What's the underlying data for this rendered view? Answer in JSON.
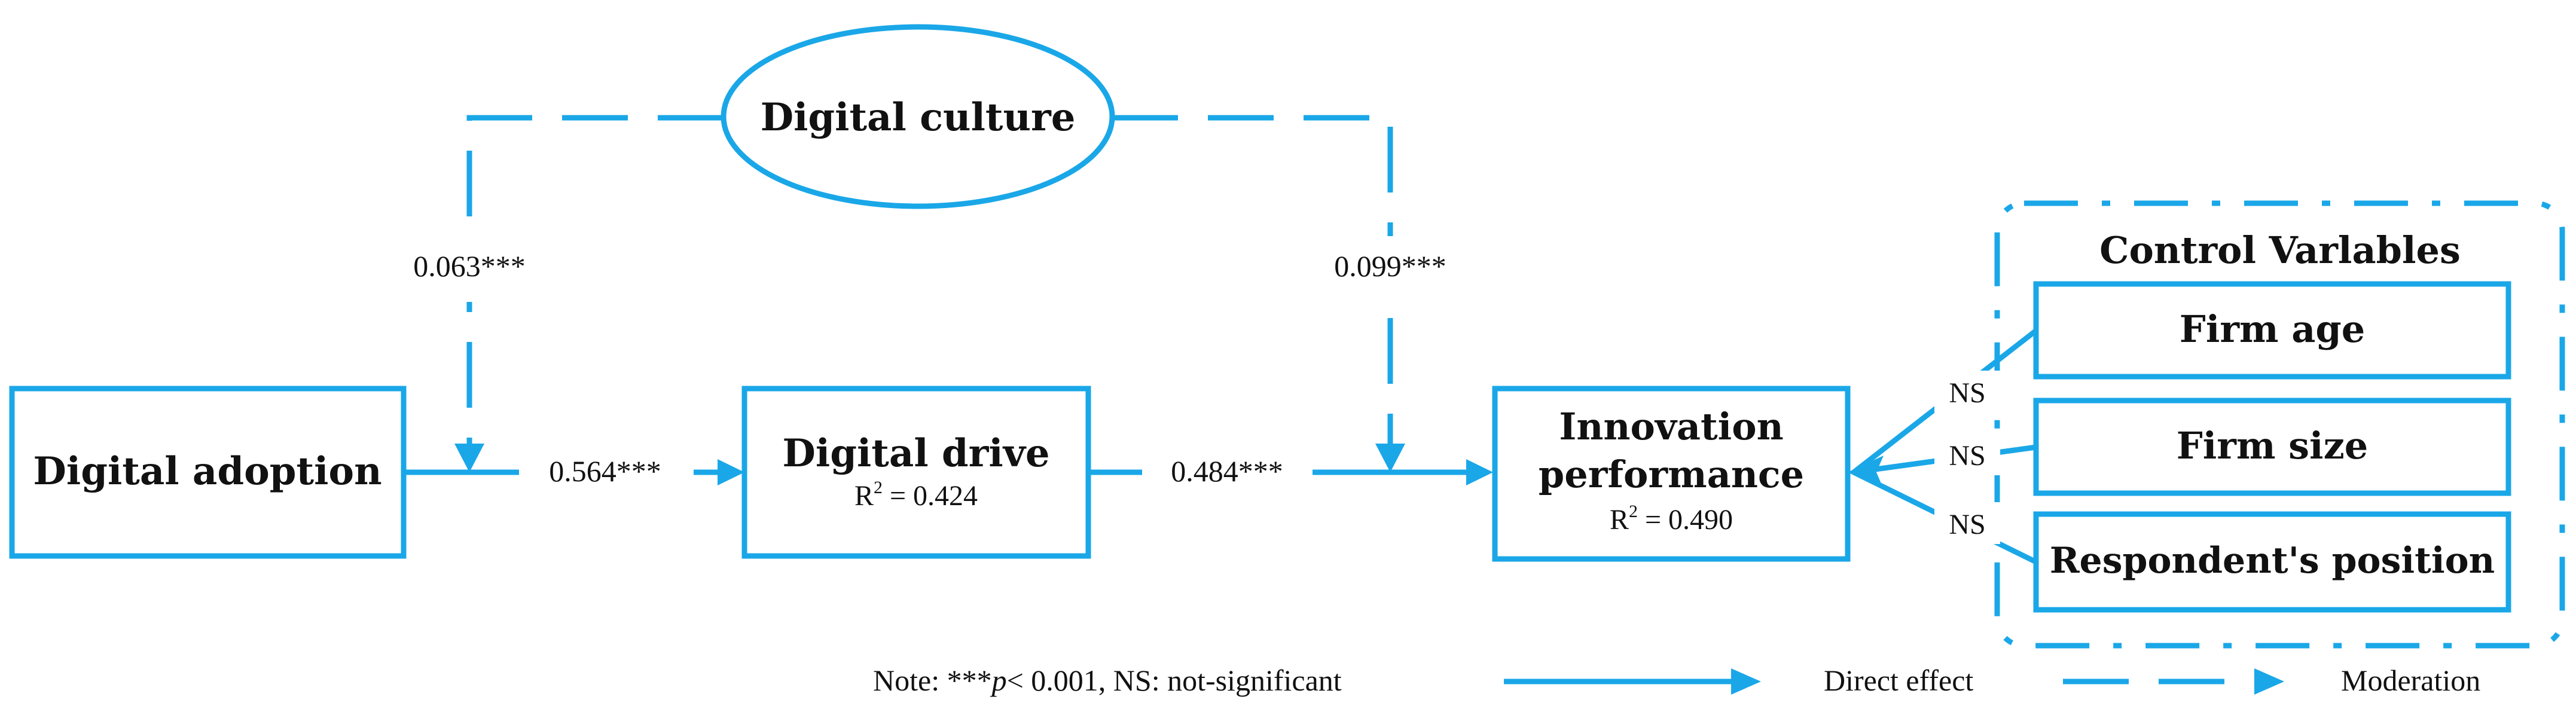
{
  "colors": {
    "accent": "#1aa7e8",
    "text": "#111111",
    "background": "#ffffff"
  },
  "nodes": {
    "digital_adoption": {
      "label": "Digital adoption"
    },
    "digital_drive": {
      "label": "Digital drive",
      "r2_prefix": "R",
      "r2_sup": "2",
      "r2_value": " = 0.424"
    },
    "innovation_performance": {
      "label_line1": "Innovation",
      "label_line2": "performance",
      "r2_prefix": "R",
      "r2_sup": "2",
      "r2_value": " = 0.490"
    },
    "digital_culture": {
      "label": "Digital culture"
    }
  },
  "paths": {
    "adoption_to_drive": "0.564***",
    "drive_to_performance": "0.484***",
    "culture_mod_left": "0.063***",
    "culture_mod_right": "0.099***"
  },
  "controls": {
    "title": "Control Varlables",
    "items": [
      {
        "label": "Firm age",
        "significance": "NS"
      },
      {
        "label": "Firm size",
        "significance": "NS"
      },
      {
        "label": "Respondent's position",
        "significance": "NS"
      }
    ]
  },
  "legend": {
    "note_prefix": "Note: ***",
    "note_p": "p",
    "note_suffix": "< 0.001, NS: not-significant",
    "direct_effect": "Direct effect",
    "moderation": "Moderation"
  }
}
